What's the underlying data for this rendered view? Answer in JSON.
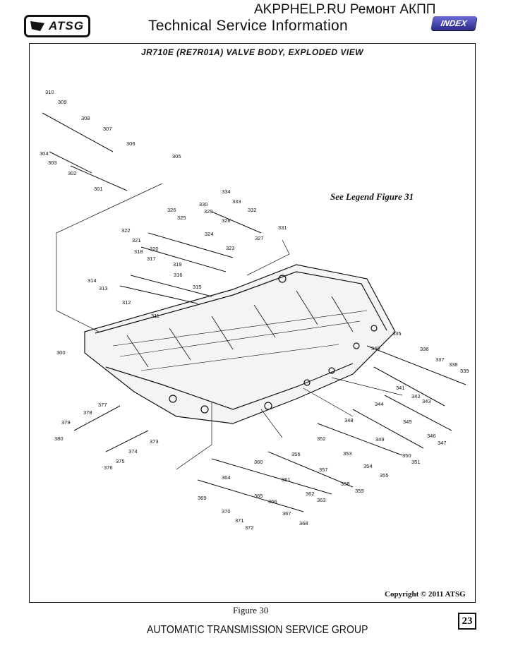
{
  "header": {
    "logo_text": "ATSG",
    "site_text": "AKPPHELP.RU Ремонт АКПП",
    "section_title": "Technical Service Information",
    "index_button": "INDEX"
  },
  "figure": {
    "title": "JR710E (RE7R01A) VALVE BODY, EXPLODED VIEW",
    "legend_reference": "See Legend Figure 31",
    "copyright": "Copyright © 2011 ATSG",
    "caption": "Figure 30",
    "callouts": [
      "300",
      "301",
      "302",
      "303",
      "304",
      "305",
      "306",
      "307",
      "308",
      "309",
      "310",
      "311",
      "312",
      "313",
      "314",
      "315",
      "316",
      "317",
      "318",
      "319",
      "320",
      "321",
      "322",
      "323",
      "324",
      "325",
      "326",
      "327",
      "328",
      "329",
      "330",
      "331",
      "332",
      "333",
      "334",
      "335",
      "336",
      "337",
      "338",
      "339",
      "340",
      "341",
      "342",
      "343",
      "344",
      "345",
      "346",
      "347",
      "348",
      "349",
      "350",
      "351",
      "352",
      "353",
      "354",
      "355",
      "356",
      "357",
      "358",
      "359",
      "360",
      "361",
      "362",
      "363",
      "364",
      "365",
      "366",
      "367",
      "368",
      "369",
      "370",
      "371",
      "372",
      "373",
      "374",
      "375",
      "376",
      "377",
      "378",
      "379",
      "380"
    ]
  },
  "footer": {
    "organization": "AUTOMATIC TRANSMISSION SERVICE GROUP",
    "page_number": "23"
  },
  "colors": {
    "ink": "#111111",
    "index_button": "#3a3aa0"
  },
  "icons": {
    "logo": "atsg-logo-icon"
  }
}
